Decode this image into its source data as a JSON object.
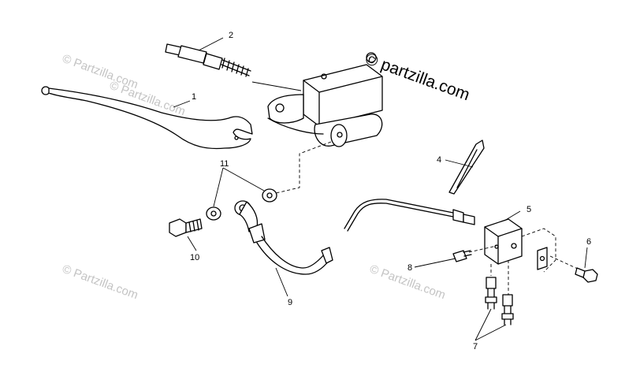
{
  "watermark": {
    "text": "© Partzilla.com"
  },
  "brand": {
    "text": "© partzilla.com"
  },
  "callouts": {
    "c1": "1",
    "c2": "2",
    "c4": "4",
    "c5": "5",
    "c6": "6",
    "c7": "7",
    "c8": "8",
    "c9": "9",
    "c10": "10",
    "c11": "11"
  },
  "icons": {
    "lever": "brake-lever-icon",
    "push_rod": "push-rod-icon",
    "master_cylinder": "master-cylinder-icon",
    "cable_tie": "cable-tie-icon",
    "junction_block": "junction-block-icon",
    "bolt": "bolt-icon",
    "brake_line": "brake-line-icon",
    "bleeder": "bleeder-valve-icon",
    "banjo_bolt": "banjo-bolt-icon",
    "washer": "washer-icon",
    "hose": "brake-hose-icon"
  }
}
